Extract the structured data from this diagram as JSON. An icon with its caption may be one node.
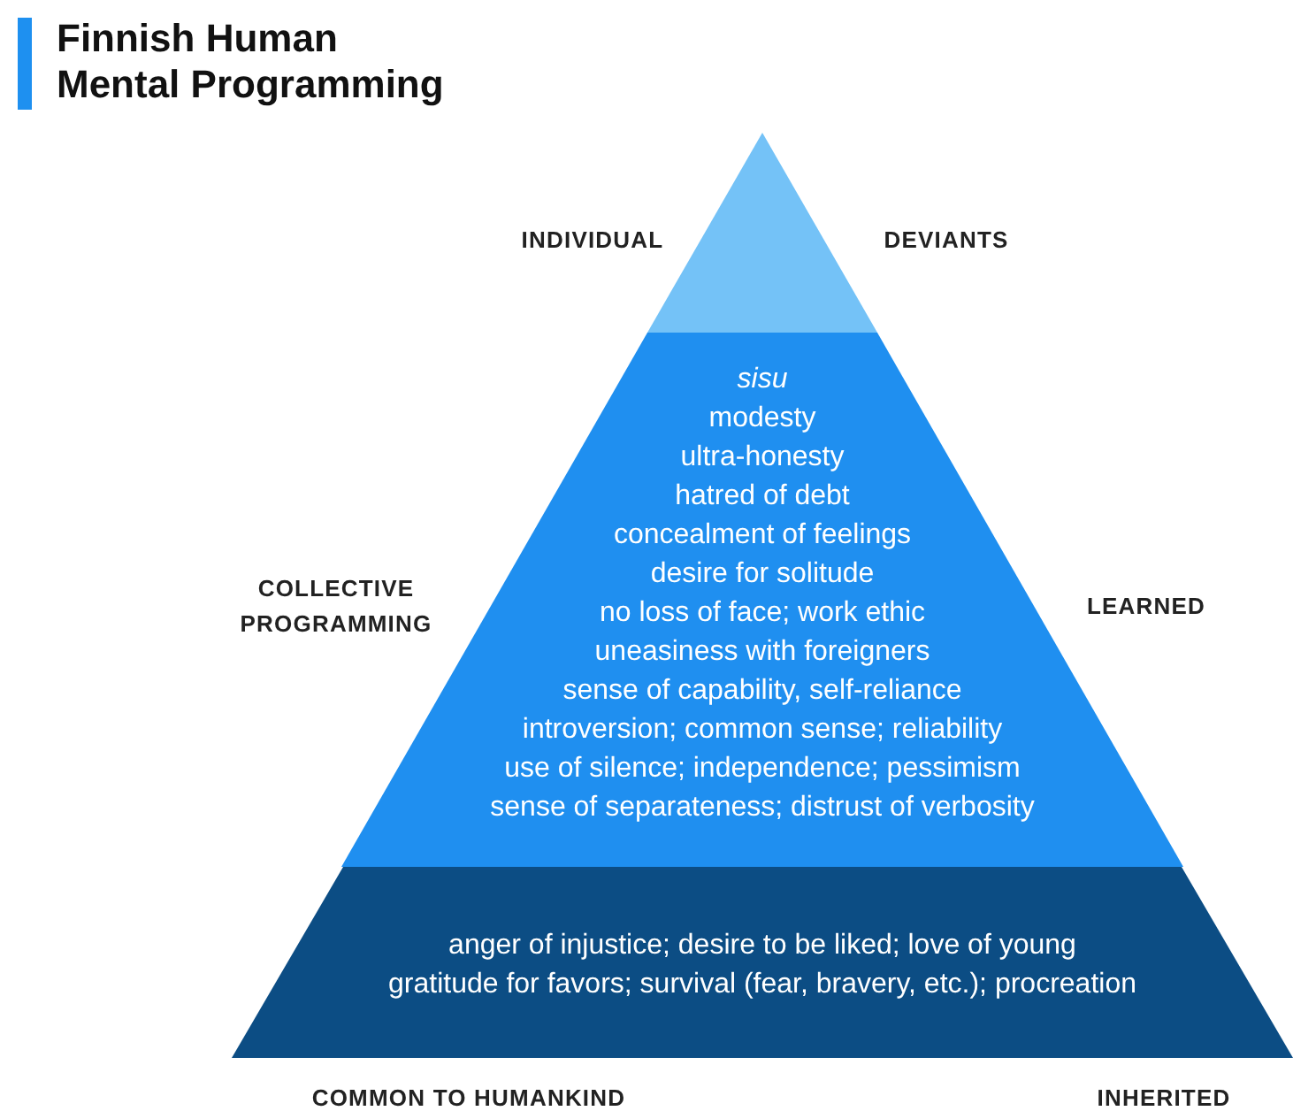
{
  "diagram": {
    "title": "Finnish Human Mental Programming",
    "nodes": [
      {
        "text": [],
        "shape": "triangle"
      },
      {
        "text": [
          "sisu",
          "modesty",
          "ultra-honesty",
          "hatred of debt",
          "concealment of feelings",
          "desire for solitude",
          "no loss of face; work ethic",
          "uneasiness with foreigners",
          "sense of capability, self-reliance",
          "introversion; common sense; reliability",
          "use of silence; independence; pessimism",
          "sense of separateness; distrust of verbosity"
        ]
      },
      {
        "text": [
          "anger of injustice; desire to be liked; love of young",
          "gratitude for favors; survival (fear, bravery, etc.); procreation"
        ]
      }
    ],
    "edges": [],
    "labels": [
      "INDIVIDUAL",
      "DEVIANTS",
      "COLLECTIVE PROGRAMMING",
      "LEARNED",
      "COMMON TO HUMANKIND",
      "INHERITED"
    ]
  }
}
